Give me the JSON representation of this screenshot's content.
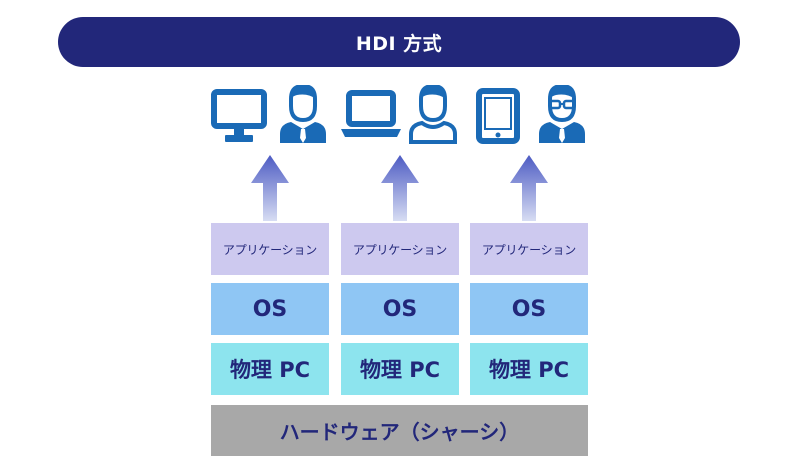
{
  "title": "HDI 方式",
  "columns": [
    {
      "device_icon": "desktop-monitor-icon",
      "user_icon": "businessman-icon",
      "app_label": "アプリケーション",
      "os_label": "OS",
      "pc_label": "物理 PC"
    },
    {
      "device_icon": "laptop-icon",
      "user_icon": "person-outline-icon",
      "app_label": "アプリケーション",
      "os_label": "OS",
      "pc_label": "物理 PC"
    },
    {
      "device_icon": "tablet-icon",
      "user_icon": "businessman-glasses-icon",
      "app_label": "アプリケーション",
      "os_label": "OS",
      "pc_label": "物理 PC"
    }
  ],
  "hardware_label": "ハードウェア（シャーシ）",
  "colors": {
    "title_bg": "#22277a",
    "title_text": "#ffffff",
    "icon_blue": "#1a6ab6",
    "arrow_top": "#4d5bc3",
    "arrow_bottom": "#d7ddf3",
    "app_bg": "#cdc9ef",
    "os_bg": "#8fc6f4",
    "pc_bg": "#8de4ee",
    "hardware_bg": "#a8a8a8",
    "label_text": "#22277a"
  }
}
